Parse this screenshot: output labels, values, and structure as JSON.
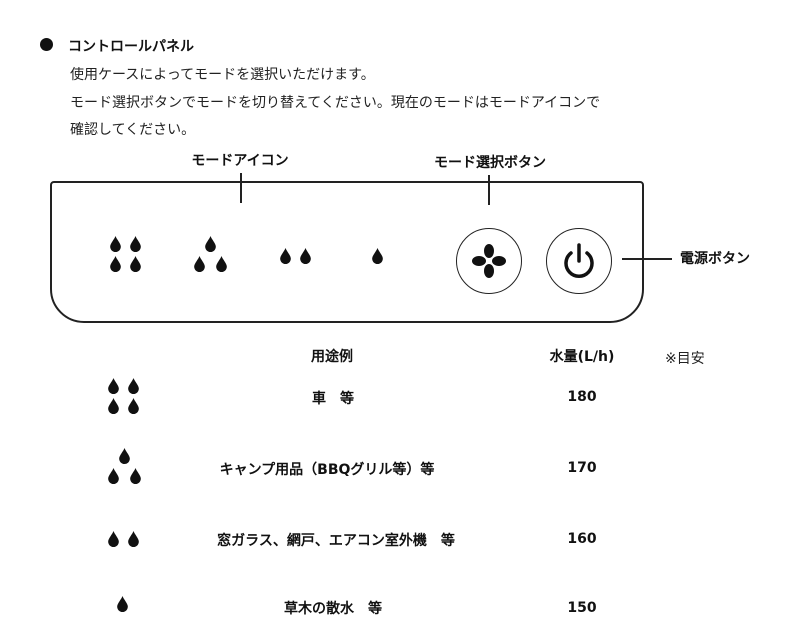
{
  "section": {
    "title": "コントロールパネル",
    "lines": [
      "使用ケースによってモードを選択いただけます。",
      "モード選択ボタンでモードを切り替えてください。現在のモードはモードアイコンで",
      "確認してください。"
    ]
  },
  "diagram": {
    "mode_icon_label": "モードアイコン",
    "mode_select_label": "モード選択ボタン",
    "power_label": "電源ボタン"
  },
  "table": {
    "headers": {
      "usage": "用途例",
      "flow": "水量(L/h)",
      "note": "※目安"
    },
    "rows": [
      {
        "drops": 4,
        "usage": "車　等",
        "flow": "180"
      },
      {
        "drops": 3,
        "usage": "キャンプ用品（BBQグリル等）等",
        "flow": "170"
      },
      {
        "drops": 2,
        "usage": "窓ガラス、網戸、エアコン室外機　等",
        "flow": "160"
      },
      {
        "drops": 1,
        "usage": "草木の散水　等",
        "flow": "150"
      }
    ]
  }
}
